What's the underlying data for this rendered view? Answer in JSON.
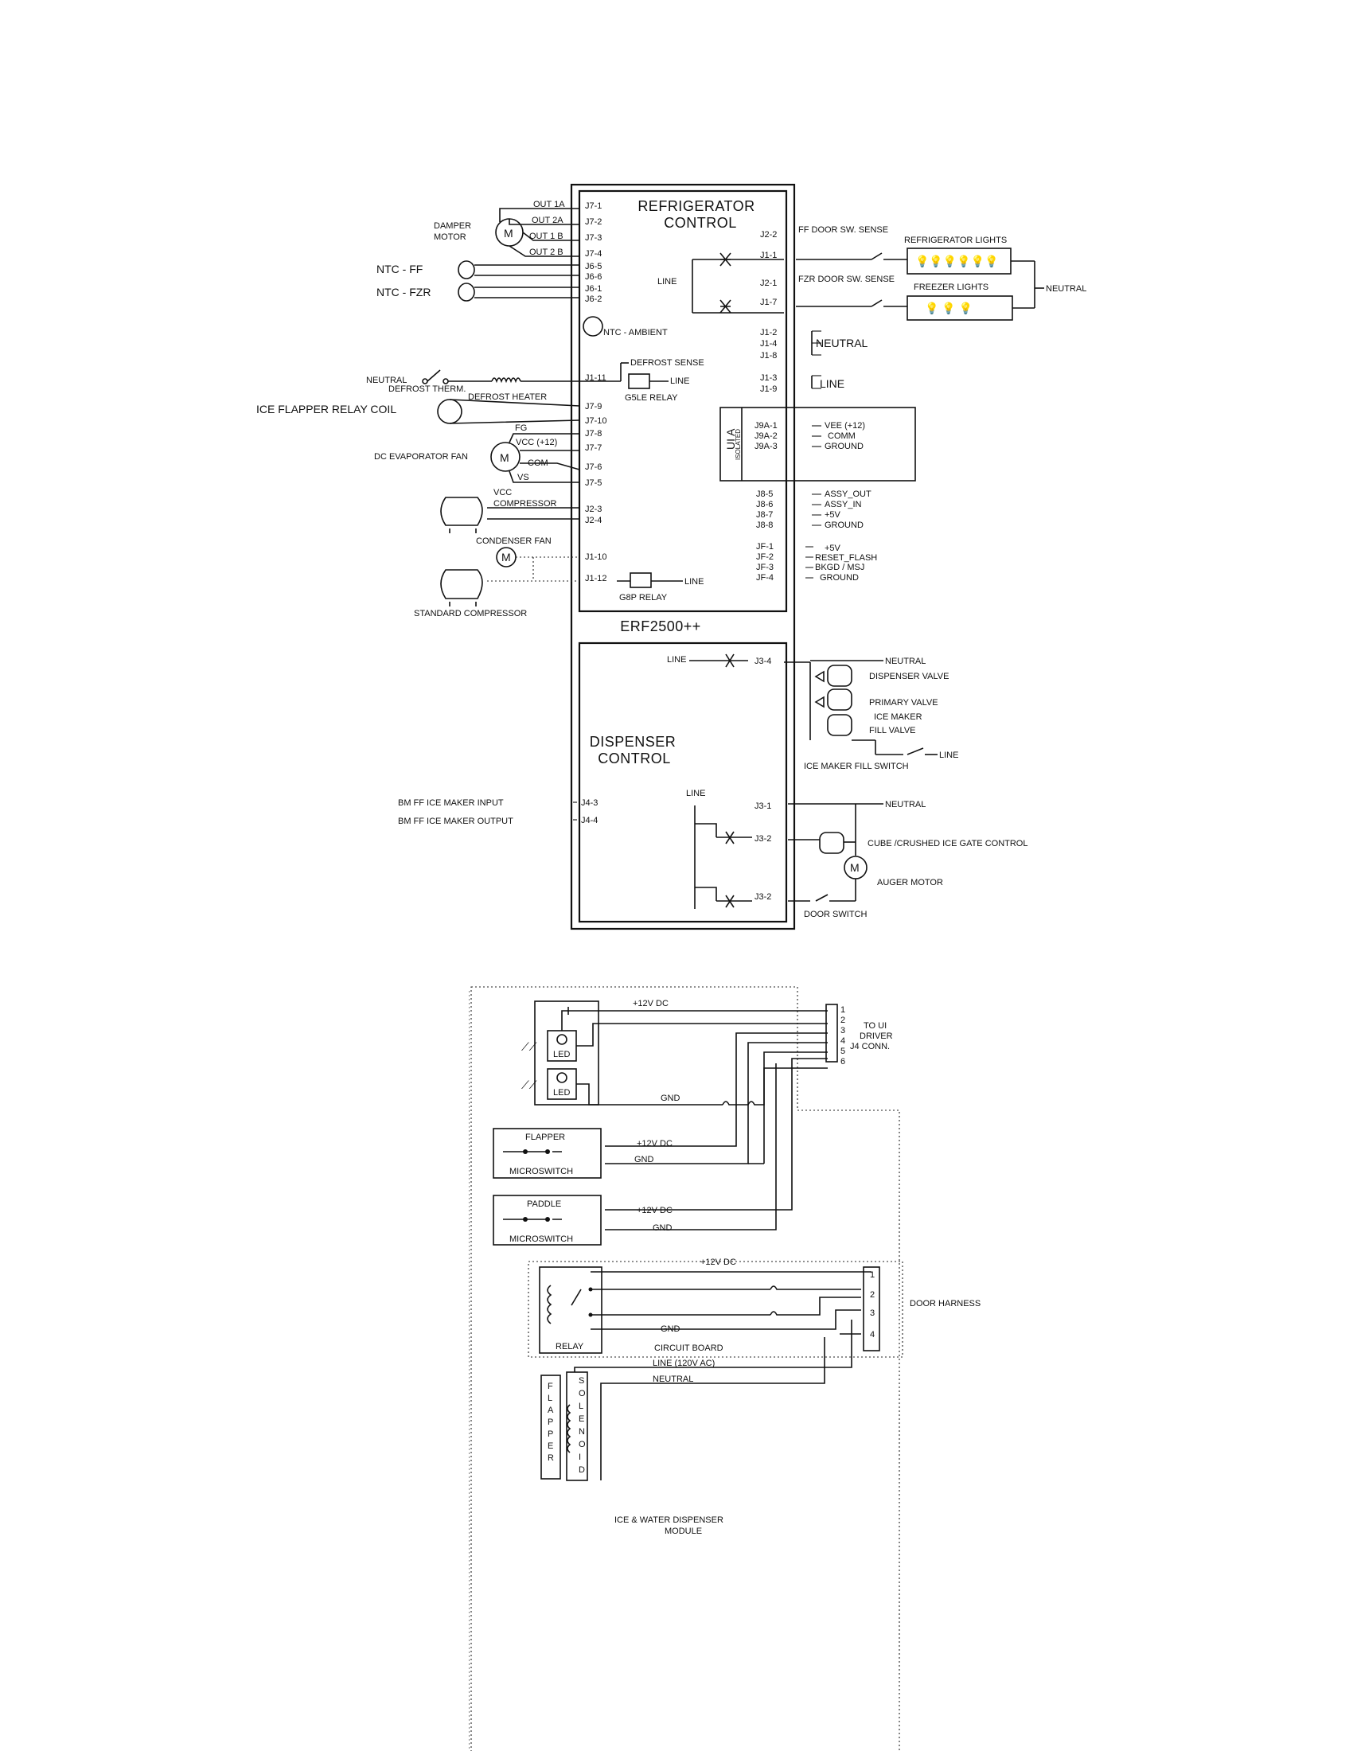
{
  "upper": {
    "refrigerator_control_title": [
      "REFRIGERATOR",
      "CONTROL"
    ],
    "model": "ERF2500++",
    "dispenser_control_title": [
      "DISPENSER",
      "CONTROL"
    ],
    "left_connectors": [
      "J7-1",
      "J7-2",
      "J7-3",
      "J7-4",
      "J6-5",
      "J6-6",
      "J6-1",
      "J6-2",
      "J1-11",
      "J7-9",
      "J7-10",
      "J7-8",
      "J7-7",
      "J7-6",
      "J7-5",
      "J2-3",
      "J2-4",
      "J1-10",
      "J1-12"
    ],
    "right_connectors": [
      "J2-2",
      "J1-1",
      "J2-1",
      "J1-7",
      "J1-2",
      "J1-4",
      "J1-8",
      "J1-3",
      "J1-9"
    ],
    "ui_connectors": [
      "J9A-1",
      "J9A-2",
      "J9A-3"
    ],
    "ui_signals": [
      "VEE (+12)",
      "COMM",
      "GROUND"
    ],
    "ui_label": "UI A",
    "ui_sublabel": "ISOLATED",
    "j8_connectors": [
      "J8-5",
      "J8-6",
      "J8-7",
      "J8-8"
    ],
    "j8_signals": [
      "ASSY_OUT",
      "ASSY_IN",
      "+5V",
      "GROUND"
    ],
    "jf_connectors": [
      "JF-1",
      "JF-2",
      "JF-3",
      "JF-4"
    ],
    "jf_signals": [
      "+5V",
      "RESET_FLASH",
      "BKGD / MSJ",
      "GROUND"
    ],
    "outs": [
      "OUT 1A",
      "OUT 2A",
      "OUT 1 B",
      "OUT 2 B"
    ],
    "damper_motor": [
      "DAMPER",
      "MOTOR"
    ],
    "ntc_ff": "NTC  - FF",
    "ntc_fzr": "NTC  - FZR",
    "ntc_ambient": "NTC  - AMBIENT",
    "neutral_left": "NEUTRAL",
    "defrost_therm": "DEFROST THERM.",
    "defrost_heater": "DEFROST HEATER",
    "defrost_sense": "DEFROST SENSE",
    "g5le_relay": "G5LE RELAY",
    "line": "LINE",
    "ice_flapper_relay_coil": "ICE FLAPPER RELAY COIL",
    "fg": "FG",
    "vcc12": "VCC (+12)",
    "com": "COM",
    "vs": "VS",
    "dc_evaporator_fan": "DC EVAPORATOR FAN",
    "vcc_compressor": [
      "VCC",
      "COMPRESSOR"
    ],
    "condenser_fan": "CONDENSER FAN",
    "standard_compressor": "STANDARD COMPRESSOR",
    "g8p_relay": "G8P RELAY",
    "ff_door_sw": "FF DOOR SW. SENSE",
    "fzr_door_sw": "FZR DOOR SW. SENSE",
    "refrigerator_lights": "REFRIGERATOR LIGHTS",
    "freezer_lights": "FREEZER LIGHTS",
    "neutral_right": "NEUTRAL",
    "neutral_big": "NEUTRAL",
    "line_big": "LINE",
    "motor_symbol": "M",
    "disp_connectors": [
      "J3-4",
      "J3-1",
      "J3-2",
      "J3-2"
    ],
    "j4_connectors": [
      "J4-3",
      "J4-4"
    ],
    "bm_input": "BM FF ICE MAKER INPUT",
    "bm_output": "BM FF ICE MAKER OUTPUT",
    "dispenser_valve": "DISPENSER VALVE",
    "primary_valve": "PRIMARY VALVE",
    "ice_maker_fill_valve": [
      "ICE MAKER",
      "FILL VALVE"
    ],
    "ice_maker_fill_switch": "ICE MAKER FILL SWITCH",
    "cube_crushed": "CUBE /CRUSHED ICE GATE CONTROL",
    "auger_motor": "AUGER MOTOR",
    "door_switch": "DOOR SWITCH"
  },
  "lower": {
    "v12": "+12V DC",
    "gnd": "GND",
    "led": "LED",
    "to_ui": [
      "TO UI",
      "DRIVER",
      "J4 CONN."
    ],
    "ui_pins": [
      "1",
      "2",
      "3",
      "4",
      "5",
      "6"
    ],
    "flapper": "FLAPPER",
    "paddle": "PADDLE",
    "microswitch": "MICROSWITCH",
    "relay": "RELAY",
    "circuit_board": "CIRCUIT BOARD",
    "door_harness": "DOOR HARNESS",
    "harness_pins": [
      "1",
      "2",
      "3",
      "4"
    ],
    "line_120": "LINE (120V AC)",
    "neutral": "NEUTRAL",
    "flapper_letters": [
      "F",
      "L",
      "A",
      "P",
      "P",
      "E",
      "R"
    ],
    "solenoid_letters": [
      "S",
      "O",
      "L",
      "E",
      "N",
      "O",
      "I",
      "D"
    ],
    "module_title": [
      "ICE & WATER DISPENSER",
      "MODULE"
    ]
  }
}
